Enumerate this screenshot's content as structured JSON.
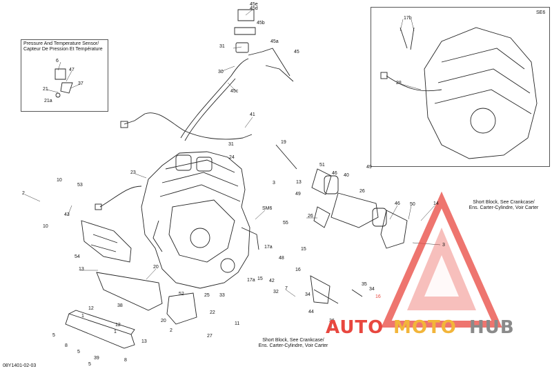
{
  "diagram": {
    "code": "08Y1401-02-03",
    "inset_sensor": {
      "title_line1": "Pressure And Temperature Sensor/",
      "title_line2": "Capteur De Pression Et Température",
      "labels": [
        "6",
        "47",
        "37",
        "21",
        "21a"
      ]
    },
    "inset_se6": {
      "tag": "SE6",
      "labels": [
        "17b",
        "28"
      ]
    },
    "notes": {
      "right_line1": "Short Block, See Crankcase/",
      "right_line2": "Ens. Carter-Cylindre, Voir Carter",
      "bottom_line1": "Short Block, See Crankcase/",
      "bottom_line2": "Ens. Carter-Cylindre, Voir Carter"
    },
    "labels": [
      "45e",
      "45d",
      "45b",
      "45a",
      "45",
      "31",
      "30",
      "45c",
      "41",
      "31",
      "24",
      "19",
      "51",
      "46",
      "40",
      "49",
      "23",
      "3",
      "13",
      "26",
      "10",
      "53",
      "2",
      "43",
      "10",
      "SM6",
      "55",
      "49",
      "26",
      "46",
      "50",
      "14",
      "3",
      "54",
      "17a",
      "15",
      "48",
      "16",
      "7",
      "13",
      "20",
      "17a",
      "15",
      "42",
      "32",
      "34",
      "44",
      "35",
      "34",
      "36",
      "38",
      "52",
      "22",
      "25",
      "33",
      "11",
      "20",
      "2",
      "27",
      "12",
      "1",
      "12",
      "1",
      "5",
      "8",
      "13",
      "5",
      "39",
      "5",
      "8"
    ],
    "hotspot_label": "16"
  },
  "watermark": {
    "brand_part1": "AUTO",
    "brand_part2": "MOTO",
    "brand_part3": "HUB",
    "color_red": "#e8473f",
    "color_orange": "#f2b53a",
    "color_gray": "#8a8a8a"
  }
}
